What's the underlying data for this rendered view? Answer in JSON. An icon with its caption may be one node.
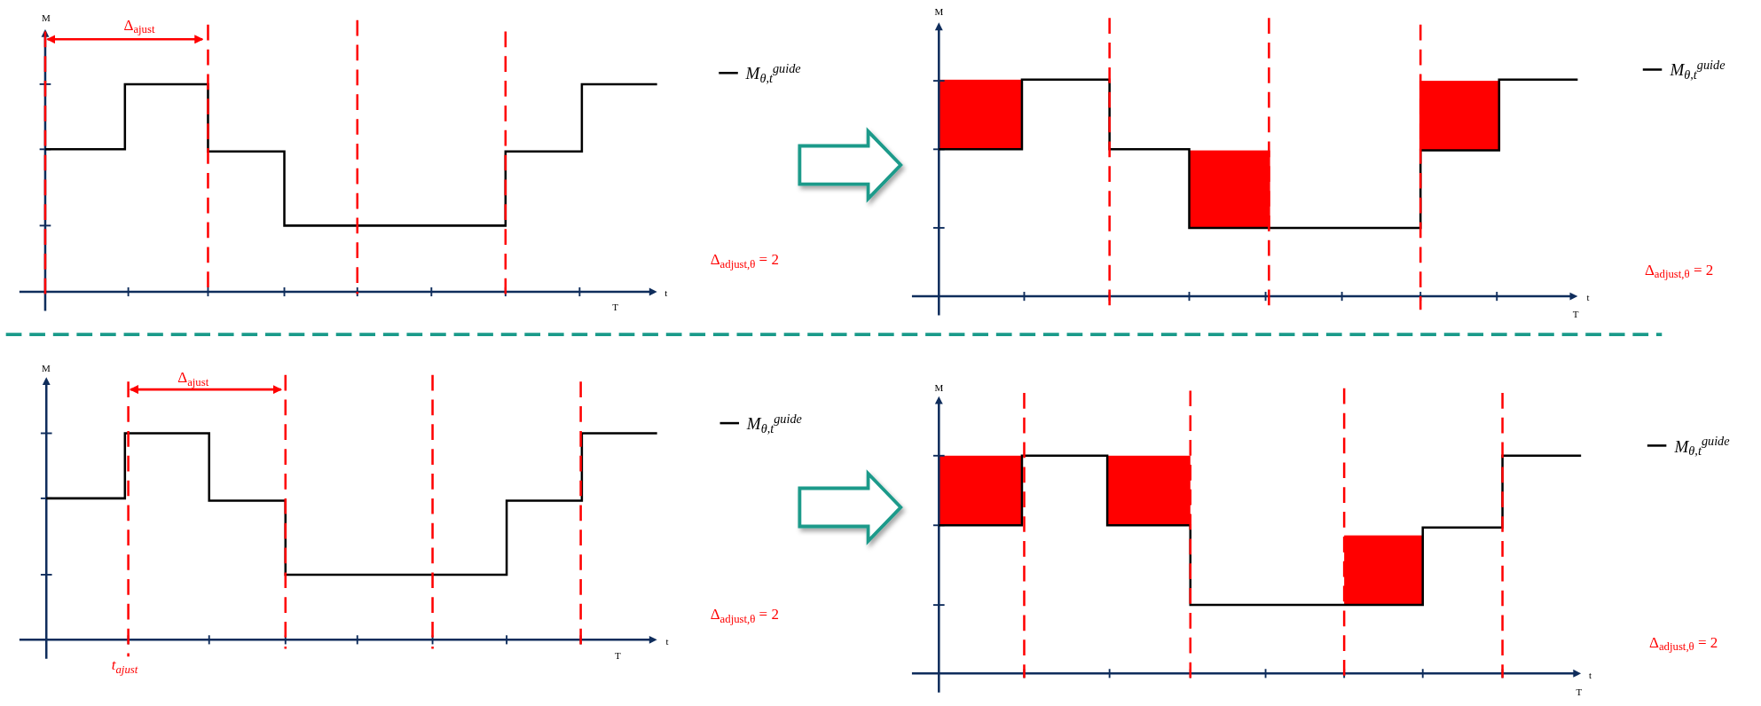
{
  "diagram": {
    "labels": [
      "M",
      "Δ$_{ajust}$",
      "t",
      "T",
      "Δ$_{adjust,θ}$ = 2",
      "M",
      "t",
      "T",
      "Δ$_{adjust,θ}$ = 2",
      "M",
      "Δ$_{ajust}$",
      "t",
      "T",
      "t$_{ajust}$",
      "Δ$_{adjust,θ}$ = 2",
      "M",
      "t",
      "T",
      "Δ$_{adjust,θ}$ = 2"
    ],
    "legend": [
      {
        "text": "M$_{θ,t}$$^{guide}$"
      },
      {
        "text": "M$_{θ,t}$$^{guide}$"
      },
      {
        "text": "M$_{θ,t}$$^{guide}$"
      },
      {
        "text": "M$_{θ,t}$$^{guide}$"
      }
    ]
  }
}
